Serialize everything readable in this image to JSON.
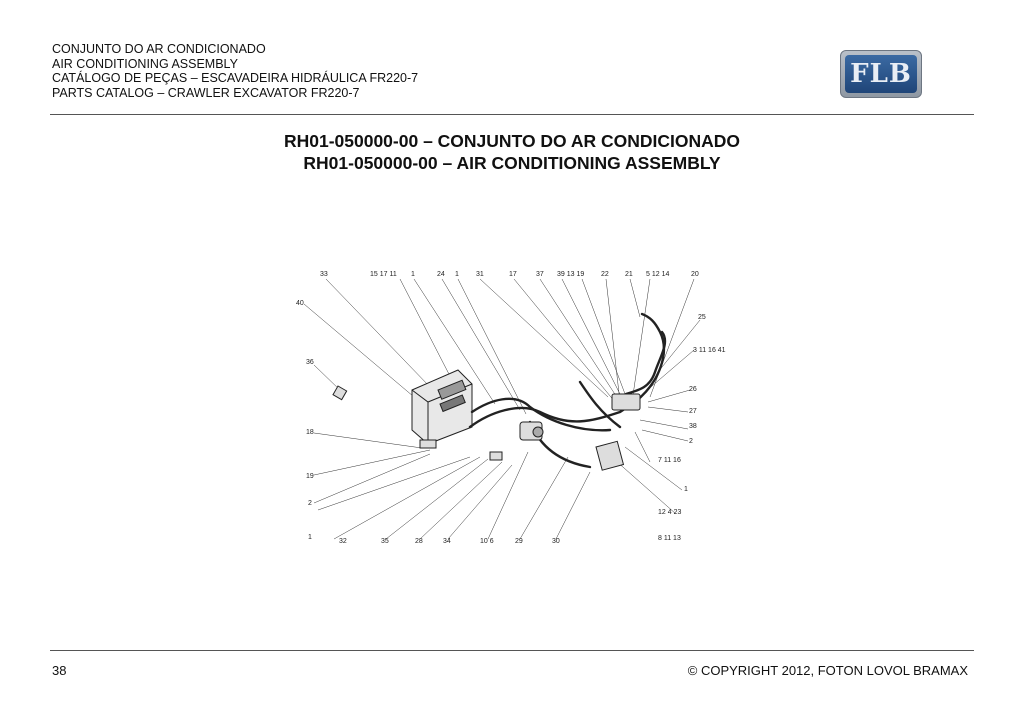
{
  "header": {
    "line1": "CONJUNTO DO AR CONDICIONADO",
    "line2": "AIR CONDITIONING ASSEMBLY",
    "line3": "CATÁLOGO DE PEÇAS – ESCAVADEIRA HIDRÁULICA FR220-7",
    "line4": "PARTS CATALOG – CRAWLER EXCAVATOR FR220-7"
  },
  "logo": {
    "text": "FLB"
  },
  "title": {
    "pt": "RH01-050000-00 – CONJUNTO DO AR CONDICIONADO",
    "en": "RH01-050000-00 – AIR CONDITIONING ASSEMBLY"
  },
  "diagram": {
    "callouts": {
      "c33": "33",
      "c15_17_11": "15 17 11",
      "c1a": "1",
      "c24": "24",
      "c1b": "1",
      "c31": "31",
      "c17": "17",
      "c37": "37",
      "c39_13_19": "39  13 19",
      "c22": "22",
      "c21": "21",
      "c5_12_14": "5 12 14",
      "c20": "20",
      "c40": "40",
      "c25": "25",
      "c3_11_16_41": "3 11 16 41",
      "c36": "36",
      "c26": "26",
      "c27": "27",
      "c18": "18",
      "c38": "38",
      "c2a": "2",
      "c7_11_16": "7 11 16",
      "c19": "19",
      "c1c": "1",
      "c2b": "2",
      "c12_4_23": "12 4 23",
      "c1d": "1",
      "c32": "32",
      "c35": "35",
      "c28": "28",
      "c34": "34",
      "c10_6": "10 6",
      "c29": "29",
      "c30": "30",
      "c8_11_13": "8 11 13"
    }
  },
  "footer": {
    "page": "38",
    "copyright": "© COPYRIGHT 2012, FOTON LOVOL BRAMAX"
  }
}
